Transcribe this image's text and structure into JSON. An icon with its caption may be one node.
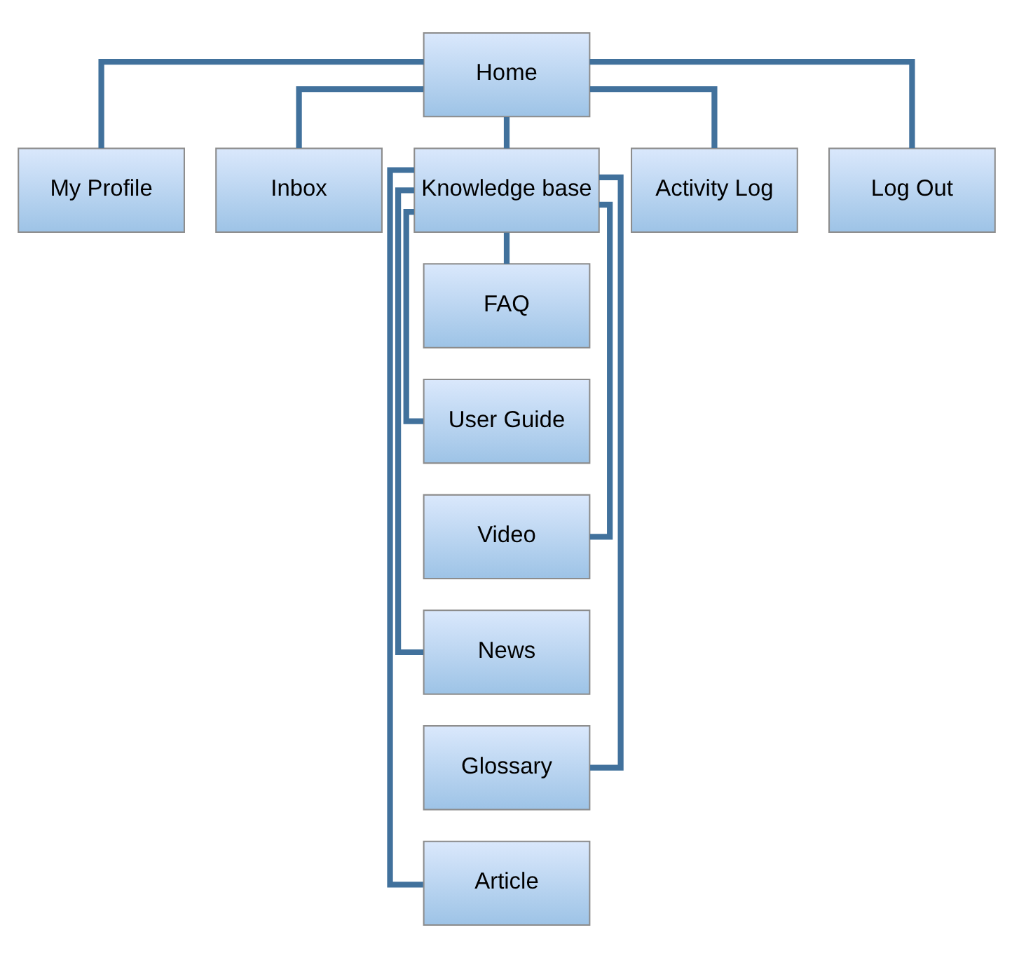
{
  "diagram": {
    "nodes": [
      {
        "text": [
          "Home"
        ]
      },
      {
        "text": [
          "My Profile"
        ]
      },
      {
        "text": [
          "Inbox"
        ]
      },
      {
        "text": [
          "Knowledge base"
        ]
      },
      {
        "text": [
          "Activity Log"
        ]
      },
      {
        "text": [
          "Log Out"
        ]
      },
      {
        "text": [
          "FAQ"
        ]
      },
      {
        "text": [
          "User Guide"
        ]
      },
      {
        "text": [
          "Video"
        ]
      },
      {
        "text": [
          "News"
        ]
      },
      {
        "text": [
          "Glossary"
        ]
      },
      {
        "text": [
          "Article"
        ]
      }
    ],
    "edges": [
      {
        "from": 0,
        "to": 1,
        "arrow": "none"
      },
      {
        "from": 0,
        "to": 2,
        "arrow": "none"
      },
      {
        "from": 0,
        "to": 3,
        "arrow": "none"
      },
      {
        "from": 0,
        "to": 4,
        "arrow": "none"
      },
      {
        "from": 0,
        "to": 5,
        "arrow": "none"
      },
      {
        "from": 3,
        "to": 6,
        "arrow": "none"
      },
      {
        "from": 3,
        "to": 7,
        "arrow": "none"
      },
      {
        "from": 3,
        "to": 8,
        "arrow": "none"
      },
      {
        "from": 3,
        "to": 9,
        "arrow": "none"
      },
      {
        "from": 3,
        "to": 10,
        "arrow": "none"
      },
      {
        "from": 3,
        "to": 11,
        "arrow": "none"
      }
    ]
  }
}
